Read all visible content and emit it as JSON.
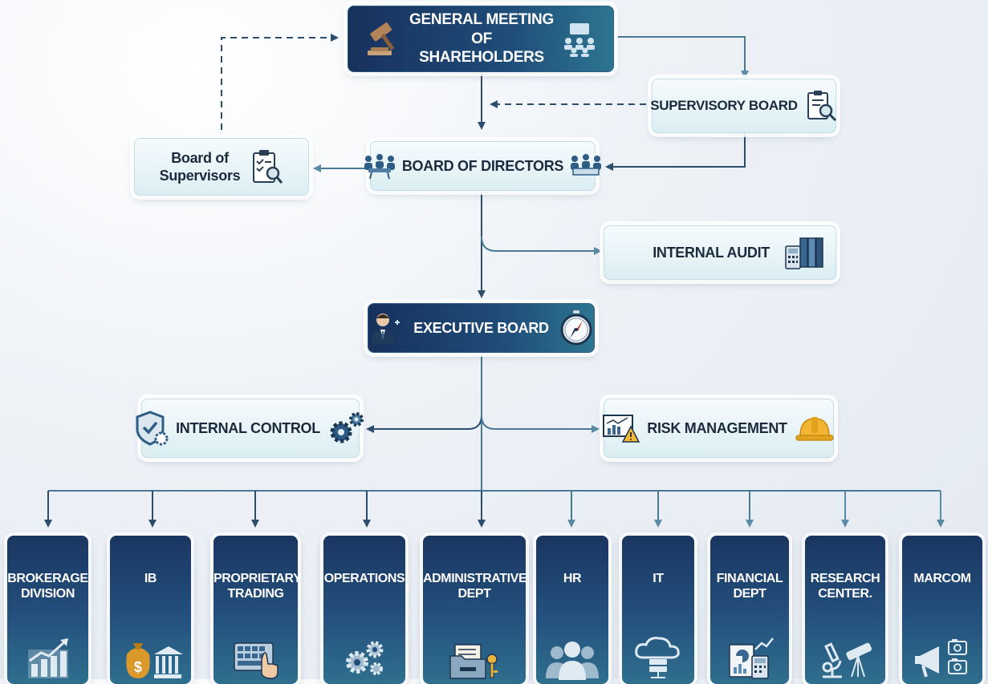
{
  "nodes": {
    "gms": "GENERAL MEETING OF\nSHAREHOLDERS",
    "supervisory_board": "SUPERVISORY BOARD",
    "board_of_supervisors": "Board of\nSupervisors",
    "board_of_directors": "BOARD OF DIRECTORS",
    "internal_audit": "INTERNAL AUDIT",
    "executive_board": "EXECUTIVE BOARD",
    "internal_control": "INTERNAL CONTROL",
    "risk_management": "RISK MANAGEMENT"
  },
  "departments": [
    {
      "label": "BROKERAGE\nDIVISION",
      "icon": "growth-chart-icon"
    },
    {
      "label": "IB",
      "icon": "moneybag-bank-icon"
    },
    {
      "label": "PROPRIETARY\nTRADING",
      "icon": "keyboard-hand-icon"
    },
    {
      "label": "OPERATIONS",
      "icon": "gears-icon"
    },
    {
      "label": "ADMINISTRATIVE\nDEPT",
      "icon": "folder-key-icon"
    },
    {
      "label": "HR",
      "icon": "people-icon"
    },
    {
      "label": "IT",
      "icon": "cloud-server-icon"
    },
    {
      "label": "FINANCIAL\nDEPT",
      "icon": "report-calculator-icon"
    },
    {
      "label": "RESEARCH\nCENTER.",
      "icon": "microscope-telescope-icon"
    },
    {
      "label": "MARCOM",
      "icon": "megaphone-camera-icon"
    }
  ],
  "colors": {
    "line": "#3a5f80",
    "line_light": "#6f9ab2",
    "dark_box": "#1f4c78",
    "light_box": "#dbeef3"
  }
}
